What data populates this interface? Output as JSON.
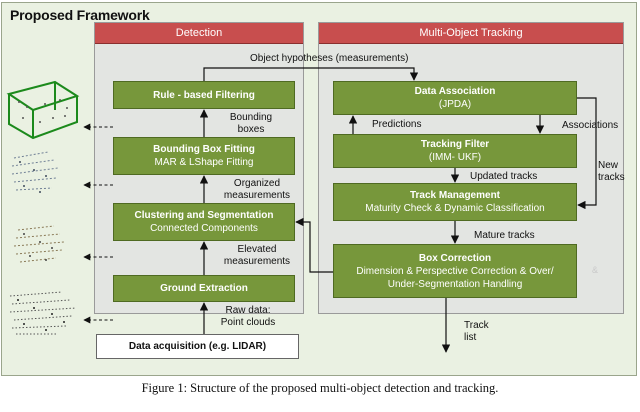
{
  "title": "Proposed Framework",
  "caption": "Figure 1: Structure of the proposed multi-object detection and tracking.",
  "detection": {
    "header": "Detection",
    "rule_filtering": "Rule -  based Filtering",
    "bbox_fitting": {
      "title": "Bounding Box Fitting",
      "sub": "MAR & LShape Fitting"
    },
    "clustering": {
      "title": "Clustering and Segmentation",
      "sub": "Connected Components"
    },
    "ground": "Ground Extraction",
    "acquisition": "Data acquisition (e.g. LIDAR)"
  },
  "tracking": {
    "header": "Multi-Object Tracking",
    "data_association": {
      "title": "Data Association",
      "sub": "(JPDA)"
    },
    "tracking_filter": {
      "title": "Tracking Filter",
      "sub": "(IMM- UKF)"
    },
    "track_management": {
      "title": "Track Management",
      "sub": "Maturity Check & Dynamic Classification"
    },
    "box_correction": {
      "title": "Box Correction",
      "line1": "Dimension & Perspective Correction & Over/",
      "line2": "Under-Segmentation Handling"
    }
  },
  "labels": {
    "object_hypotheses": "Object hypotheses (measurements)",
    "bounding": "Bounding",
    "boxes": "boxes",
    "organized": "Organized",
    "measurements_1": "measurements",
    "elevated": "Elevated",
    "measurements_2": "measurements",
    "raw_data": "Raw data:",
    "point_clouds": "Point clouds",
    "predictions": "Predictions",
    "associations": "Associations",
    "updated_tracks": "Updated tracks",
    "new": "New",
    "tracks": "tracks",
    "mature_tracks": "Mature tracks",
    "track": "Track",
    "list": "list",
    "amp": "&"
  },
  "colors": {
    "header": "#c84e4e",
    "box": "#77973b",
    "background": "#eaf1e2"
  }
}
